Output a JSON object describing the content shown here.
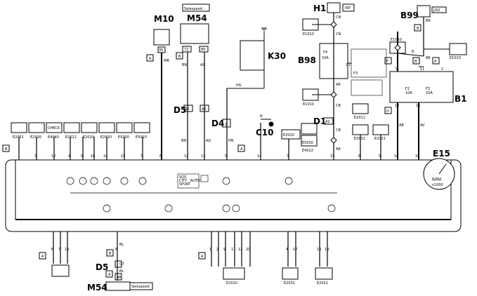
{
  "components": {
    "m10": "M10",
    "m54_top": "M54",
    "m54_top_tag": "Selespeed",
    "k30": "K30",
    "h1": "H1",
    "h1_tag": "INT",
    "b99": "B99",
    "b99_tag": "J/92",
    "b98": "B98",
    "b98_fuse": "F4",
    "b98_fuse_rating": "10A",
    "b98_f2": "F2",
    "b98_f3": "F3",
    "b1": "B1",
    "b1_f2": "F2",
    "b1_f3": "F3",
    "b1_f_rating": "10A",
    "e15": "E15",
    "d5_top": "D5",
    "d4": "D4",
    "d1": "D1",
    "c10": "C10",
    "d5_bottom": "D5",
    "m54_bottom": "M54",
    "m54_bottom_tag": "Selespeed",
    "rpm": "RPM",
    "rpm_unit": "x1000"
  },
  "pin_labels": {
    "m10_pin": "35",
    "m10_wire": "MB",
    "m54_pin_a": "72",
    "m54_pin_b": "80",
    "m54_wire_a": "BN",
    "m54_wire_b": "AG",
    "d5_pin_a": "A2",
    "d5_pin_b": "A6",
    "d5_wire_a": "BN",
    "d5_wire_b": "AG",
    "k30_wire": "HG",
    "d4_pin": "2",
    "d4_wire": "HN",
    "c10_wire": "N",
    "h1_wire_1": "CN",
    "h1_wire_2": "CN",
    "b98_wire_1": "AR",
    "b98_wire_2": "CB",
    "d1_pin": "A2",
    "d1_wire_1": "CB",
    "d1_wire_2": "AR",
    "b99_wire": "BR",
    "b1_wire_r": "R",
    "b1_wire_br": "BR",
    "b1_pin_a": "13",
    "b1_pin_b": "16",
    "b1_wire_ab": "AB",
    "b1_wire_av": "AV",
    "b1_pins_top": [
      "5",
      "11",
      "1"
    ],
    "b1_conn": [
      "F",
      "B",
      "A"
    ],
    "b1_conn_d": "D",
    "d5_bottom_pin": "C7",
    "d5_bottom_pin2": "48",
    "d5_bottom_wire": "BL",
    "d5_bottom_wire2": "BL",
    "conn_b": "B",
    "conn_a": "A"
  },
  "connector_refs": {
    "top_left": [
      "E2051",
      "E2530",
      "E4040",
      "E2012",
      "E2020",
      "E2030",
      "E5030",
      "E5010"
    ],
    "top_left_check": "CHECK",
    "c10_ref": "E2010",
    "d1_refs": [
      "E5030",
      "E4022"
    ],
    "h1_ref": "E1010",
    "b98_ref": "E1010",
    "e2011": "E2011",
    "e2031": "E2031",
    "e2021": "E2021",
    "b99_ref": "E1010",
    "b1_ref": "E1010",
    "bottom": [
      "E2010",
      "E2031",
      "E2021"
    ]
  },
  "top_pins": [
    "3",
    "10",
    "4",
    "9",
    "16",
    "14",
    "15",
    "7",
    "6",
    "12",
    "13",
    "5",
    "14",
    "3",
    "15",
    "8",
    "5",
    "10",
    "16"
  ],
  "bottom_pins": {
    "group1": [
      "6",
      "7",
      "19"
    ],
    "group1_tag": "A",
    "group2_pin": "8",
    "group3": [
      "1",
      "2",
      "9",
      "11",
      "12",
      "20"
    ],
    "group3_tag": "A",
    "group4": [
      "4",
      "17"
    ],
    "group5": [
      "13",
      "18"
    ]
  },
  "mode_panel": [
    "SOS",
    "CITY",
    "SPORT",
    "AUTO"
  ]
}
